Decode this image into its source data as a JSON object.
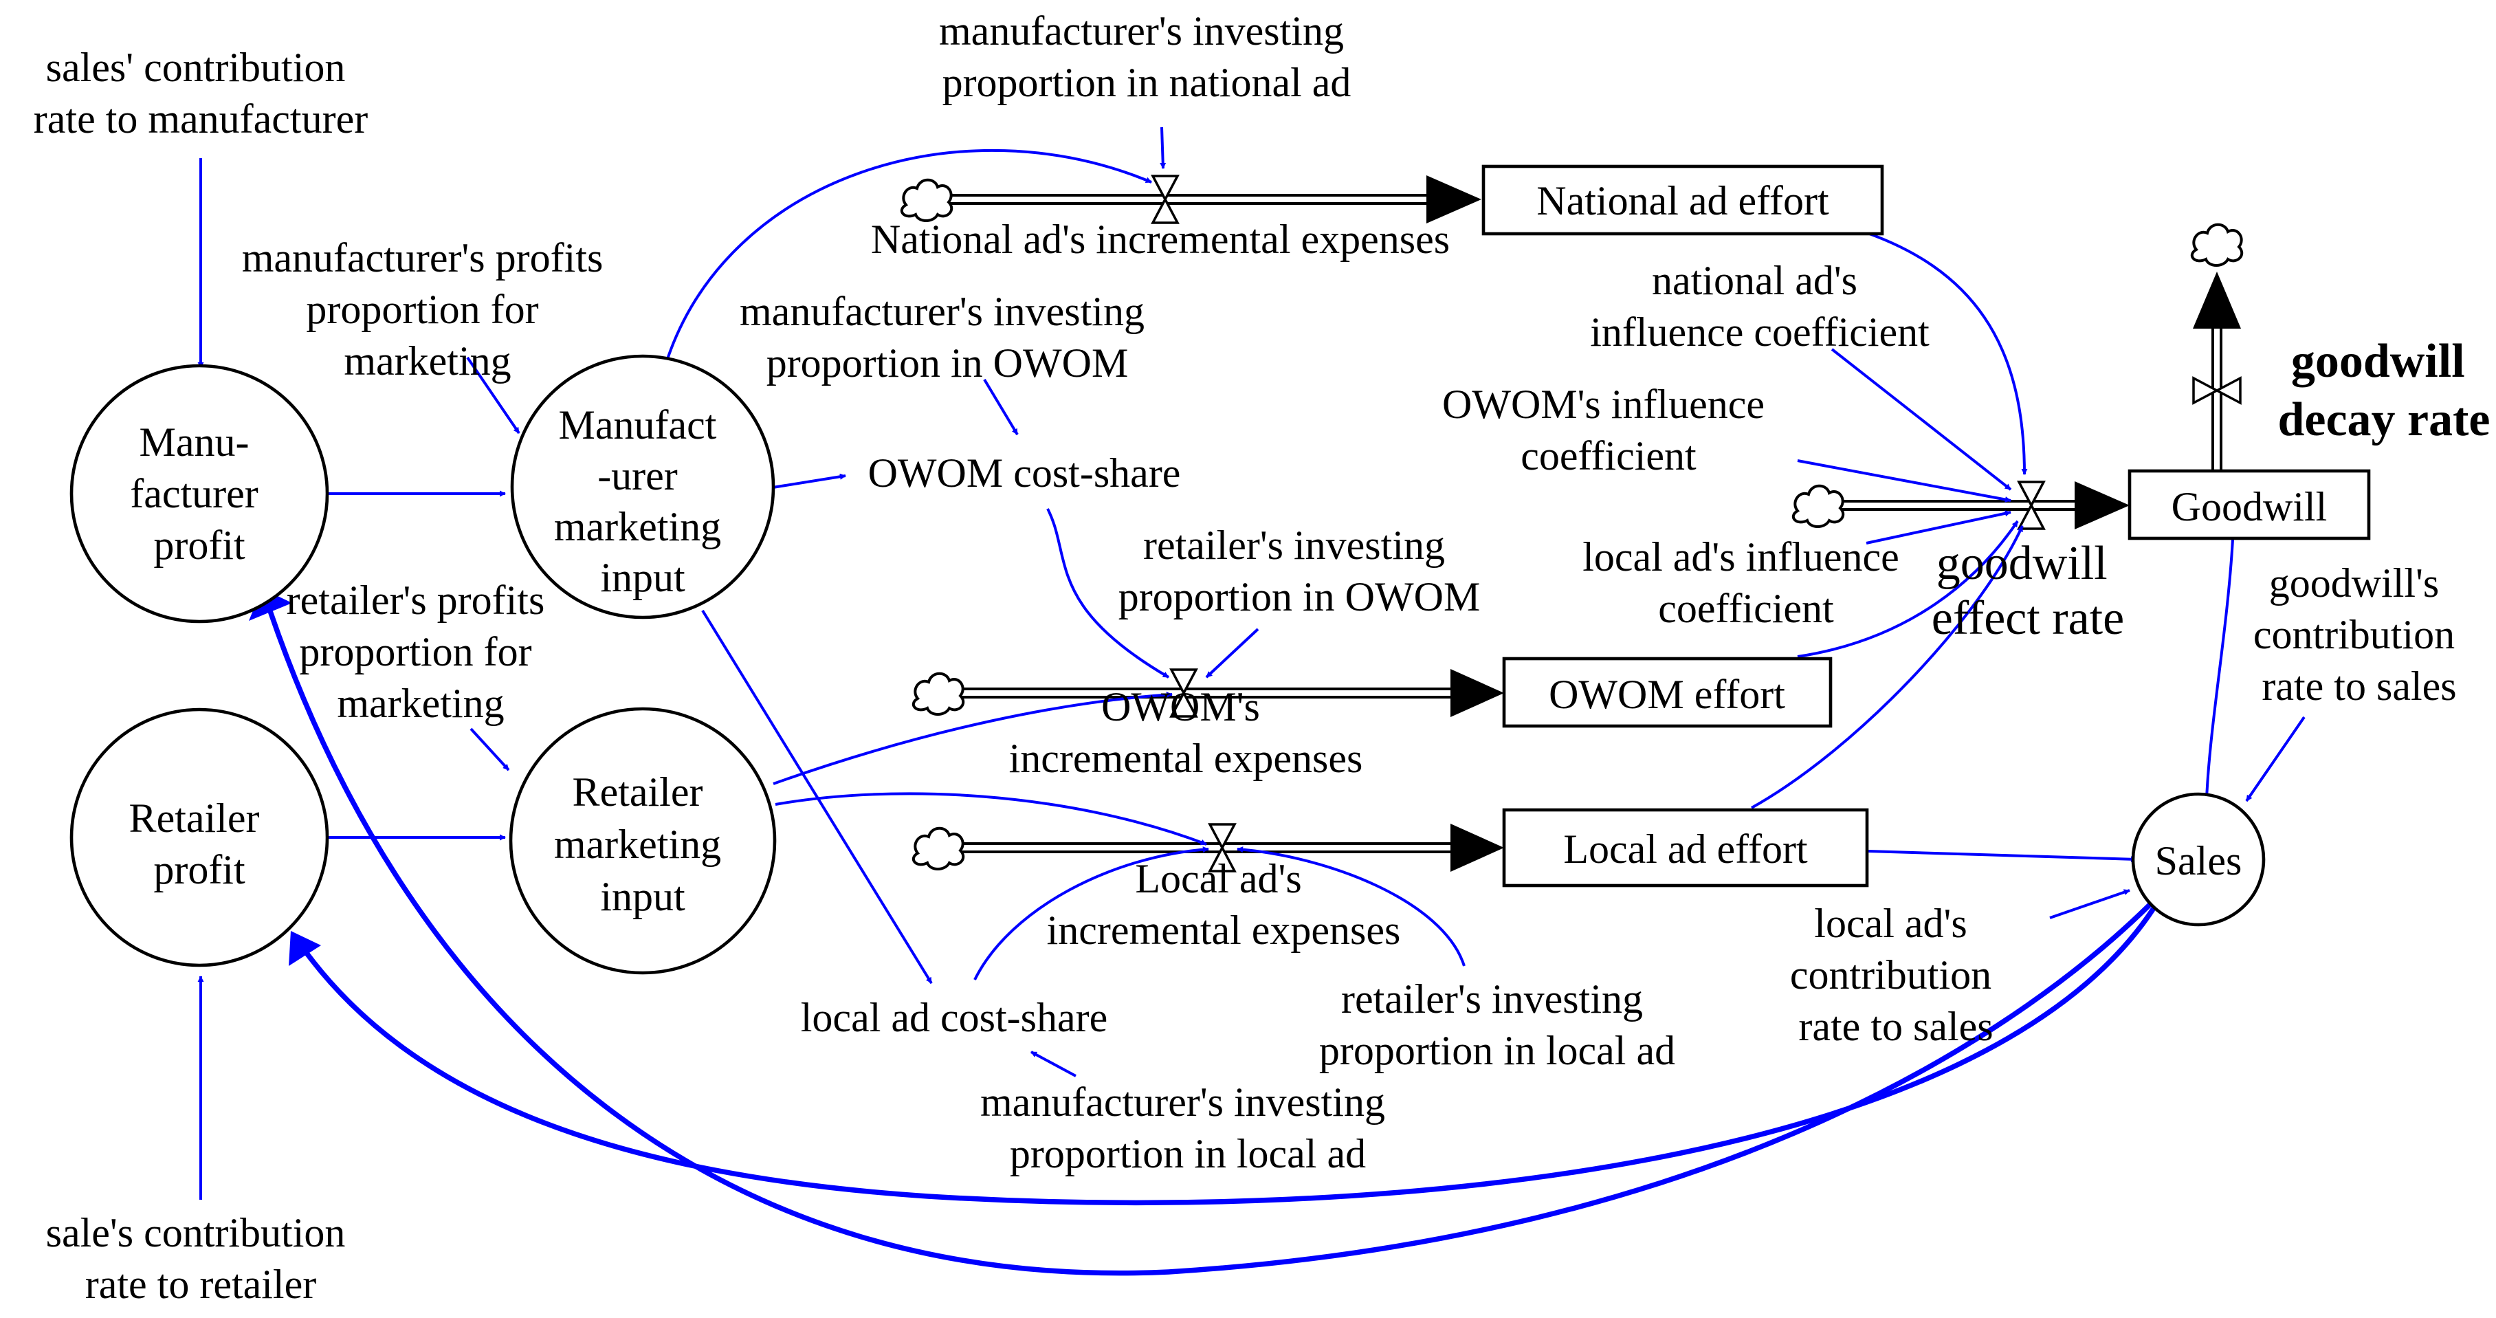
{
  "accent_color": "#0000ff",
  "line_color": "#000000",
  "variables": {
    "sales_contribution_manufacturer": [
      "sales' contribution",
      "rate to manufacturer"
    ],
    "manufacturer_profits_proportion": [
      "manufacturer's profits",
      "proportion for",
      "marketing"
    ],
    "manufacturer_investing_national": [
      "manufacturer's investing",
      "proportion in national ad"
    ],
    "national_ad_incremental": "National ad's incremental expenses",
    "manufacturer_investing_owom": [
      "manufacturer's investing",
      "proportion in OWOM"
    ],
    "owom_cost_share": "OWOM cost-share",
    "national_ad_influence": [
      "national ad's",
      "influence coefficient"
    ],
    "owom_influence": [
      "OWOM's influence",
      "coefficient"
    ],
    "local_ad_influence": [
      "local ad's influence",
      "coefficient"
    ],
    "goodwill_decay_rate": [
      "goodwill",
      "decay rate"
    ],
    "goodwill_effect_rate": [
      "goodwill",
      "effect rate"
    ],
    "retailer_investing_owom": [
      "retailer's investing",
      "proportion in OWOM"
    ],
    "retailer_profits_proportion": [
      "retailer's profits",
      "proportion for",
      "marketing"
    ],
    "owom_incremental": [
      "OWOM's",
      "incremental expenses"
    ],
    "goodwill_contribution_sales": [
      "goodwill's",
      "contribution",
      "rate to sales"
    ],
    "local_ad_incremental": [
      "Local ad's",
      "incremental expenses"
    ],
    "local_ad_cost_share": "local ad cost-share",
    "retailer_investing_local": [
      "retailer's investing",
      "proportion in local ad"
    ],
    "local_ad_contribution_sales": [
      "local ad's",
      "contribution",
      "rate to sales"
    ],
    "manufacturer_investing_local": [
      "manufacturer's investing",
      "proportion in local ad"
    ],
    "sale_contribution_retailer": [
      "sale's contribution",
      "rate to retailer"
    ]
  },
  "nodes": {
    "manufacturer_profit": [
      "Manu-",
      "facturer",
      "profit"
    ],
    "manufacturer_marketing_input": [
      "Manufact",
      "-urer",
      "marketing",
      "input"
    ],
    "retailer_profit": [
      "Retailer",
      "profit"
    ],
    "retailer_marketing_input": [
      "Retailer",
      "marketing",
      "input"
    ],
    "sales": "Sales"
  },
  "stocks": {
    "national_ad_effort": "National ad effort",
    "owom_effort": "OWOM effort",
    "local_ad_effort": "Local ad effort",
    "goodwill": "Goodwill"
  },
  "icons": [
    "cloud-icon",
    "valve-icon",
    "arrowhead-icon"
  ]
}
